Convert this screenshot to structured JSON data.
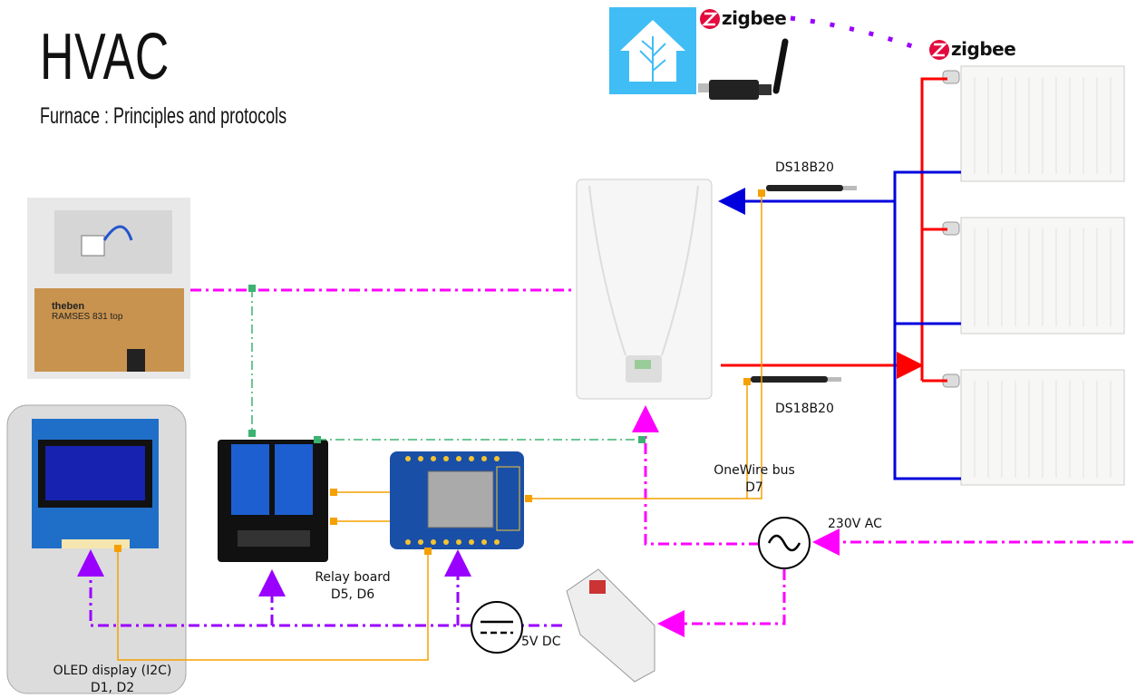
{
  "header": {
    "title": "HVAC",
    "subtitle": "Furnace : Principles and protocols"
  },
  "labels": {
    "zigbee_1": "zigbee",
    "zigbee_2": "zigbee",
    "sensor_supply": "DS18B20",
    "sensor_return": "DS18B20",
    "onewire": "OneWire bus",
    "onewire_pin": "D7",
    "ac": "230V AC",
    "dc": "5V DC",
    "relay": "Relay board",
    "relay_pins": "D5, D6",
    "oled": "OLED display (I2C)",
    "oled_pins": "D1, D2"
  },
  "thermostat": {
    "brand": "theben",
    "model": "RAMSES 831 top"
  },
  "colors": {
    "mains": "#ff00ff",
    "dc": "#9900ff",
    "signal": "#f5a000",
    "relay_link": "#3cb371",
    "hot": "#ff0000",
    "cold": "#0000dd",
    "home_assistant": "#41bdf5",
    "zigbee": "#e30b3d"
  },
  "icons": [
    "home-assistant-logo",
    "zigbee-logo",
    "usb-zigbee-dongle",
    "radiator",
    "boiler",
    "temperature-probe",
    "ac-source-icon",
    "dc-source-icon",
    "relay-board",
    "esp8266-board",
    "oled-display",
    "power-supply",
    "thermostat"
  ]
}
